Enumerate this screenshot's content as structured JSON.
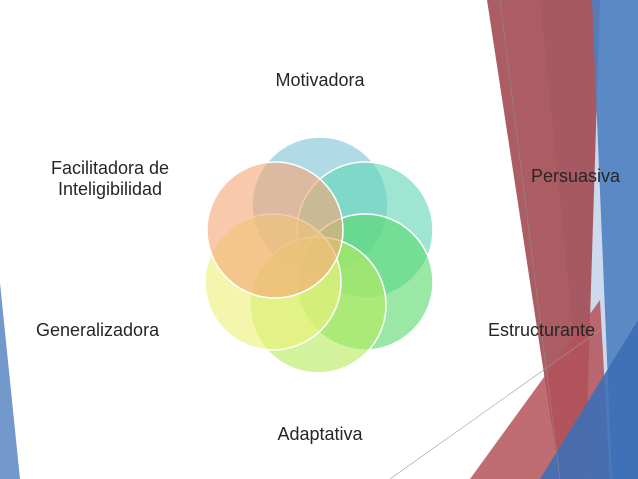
{
  "diagram": {
    "labels": {
      "motivadora": "Motivadora",
      "persuasiva": "Persuasiva",
      "estructurante": "Estructurante",
      "adaptativa": "Adaptativa",
      "generalizadora": "Generalizadora",
      "facilitadora_line1": "Facilitadora de",
      "facilitadora_line2": "Inteligibilidad"
    },
    "colors": {
      "circle_top": "#7ec4d6",
      "circle_upper_right": "#62d6b4",
      "circle_lower_right": "#5cd870",
      "circle_bottom": "#b6ec5e",
      "circle_lower_left": "#eef07a",
      "circle_upper_left": "#f5a878",
      "accent_red": "#a0474d",
      "accent_blue": "#4f7fc0",
      "accent_light_blue": "#c9d7ec"
    }
  }
}
